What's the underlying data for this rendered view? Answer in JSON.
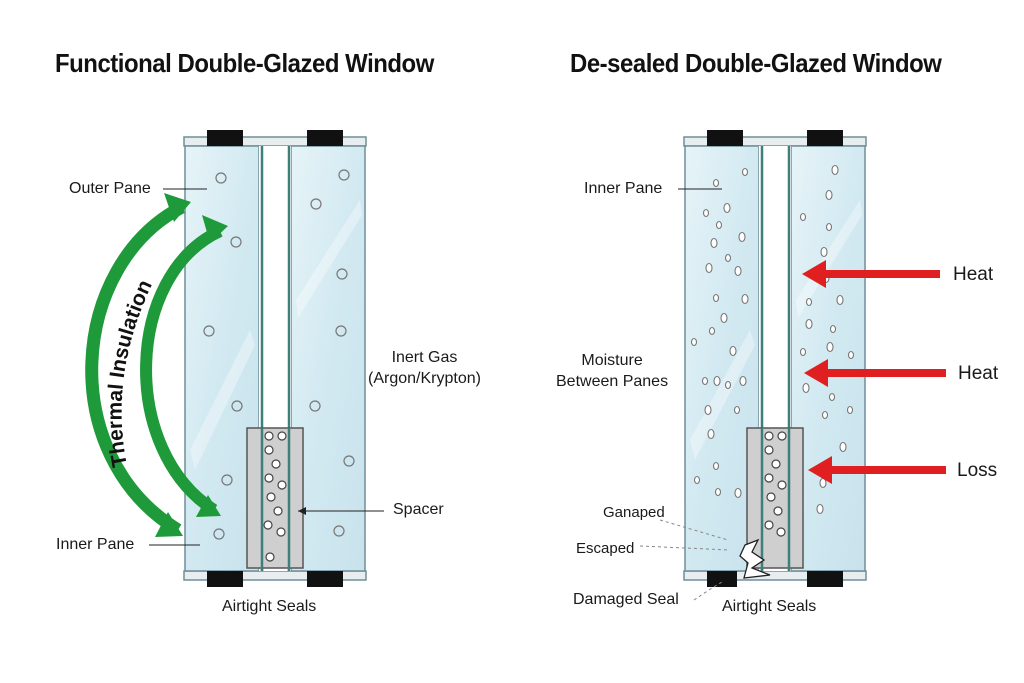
{
  "left_panel": {
    "title": "Functional Double-Glazed Window",
    "outer_pane_label": "Outer Pane",
    "inner_pane_label": "Inner Pane",
    "thermal_label": "Thermal Insulation",
    "gas_label_line1": "Inert Gas",
    "gas_label_line2": "(Argon/Krypton)",
    "spacer_label": "Spacer",
    "seals_label": "Airtight Seals"
  },
  "right_panel": {
    "title": "De-sealed Double-Glazed Window",
    "inner_pane_label": "Inner Pane",
    "moisture_label_line1": "Moisture",
    "moisture_label_line2": "Between Panes",
    "gap_label": "Ganaped",
    "escaped_label": "Escaped",
    "damaged_label": "Damaged Seal",
    "seals_label": "Airtight Seals",
    "arrow_labels": [
      "Heat",
      "Heat",
      "Loss"
    ]
  },
  "colors": {
    "glass": "#d4ecf4",
    "glass_edge": "#6f8f9a",
    "seal": "#111111",
    "spacer": "#cfcfcf",
    "insulation_arrow": "#1e9a3a",
    "heat_arrow": "#e02020"
  }
}
